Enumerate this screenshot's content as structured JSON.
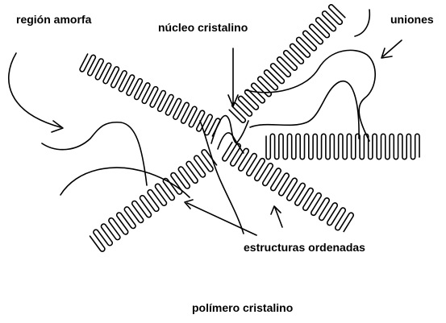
{
  "labels": {
    "amorphous_region": "región amorfa",
    "crystalline_nucleus": "núcleo cristalino",
    "junctions": "uniones",
    "ordered_structures": "estructuras ordenadas",
    "crystalline_polymer": "polímero cristalino"
  },
  "colors": {
    "line": "#000000",
    "background": "#ffffff"
  }
}
